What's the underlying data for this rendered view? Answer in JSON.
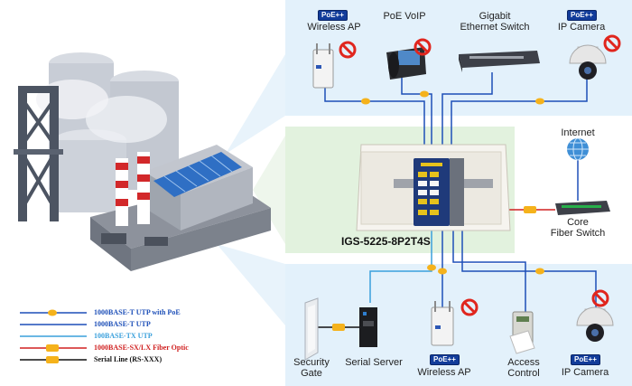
{
  "model": "IGS-5225-8P2T4S",
  "badge": "PoE++",
  "top_devices": {
    "wireless_ap": "Wireless AP",
    "poe_voip": "PoE VoIP",
    "switch_line1": "Gigabit",
    "switch_line2": "Ethernet Switch",
    "ip_camera": "IP Camera"
  },
  "right_devices": {
    "internet": "Internet",
    "core_line1": "Core",
    "core_line2": "Fiber Switch"
  },
  "bottom_devices": {
    "gate_line1": "Security",
    "gate_line2": "Gate",
    "serial_server": "Serial Server",
    "wireless_ap": "Wireless AP",
    "access_line1": "Access",
    "access_line2": "Control",
    "ip_camera": "IP Camera"
  },
  "legend": [
    {
      "label": "1000BASE-T UTP with PoE",
      "color": "#1d4fb8"
    },
    {
      "label": "1000BASE-T UTP",
      "color": "#1d4fb8"
    },
    {
      "label": "100BASE-TX UTP",
      "color": "#3aa0dc"
    },
    {
      "label": "1000BASE-SX/LX Fiber Optic",
      "color": "#d02020"
    },
    {
      "label": "Serial Line (RS-XXX)",
      "color": "#111111"
    }
  ]
}
